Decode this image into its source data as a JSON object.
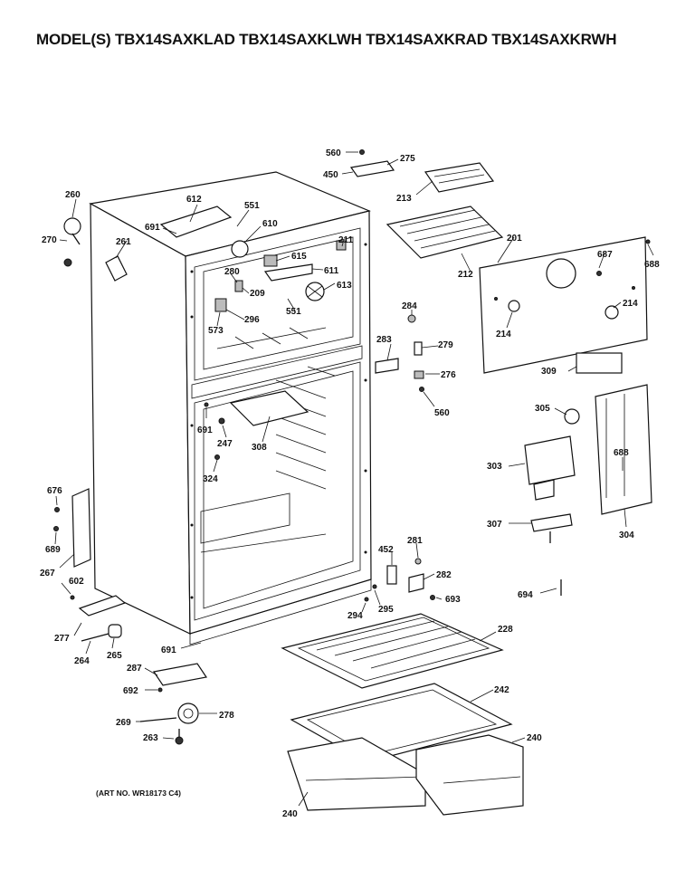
{
  "header": {
    "title": "MODEL(S) TBX14SAXKLAD TBX14SAXKLWH TBX14SAXKRAD TBX14SAXKRWH"
  },
  "footer": {
    "art_number": "(ART NO. WR18173 C4)"
  },
  "callouts": [
    "560",
    "275",
    "450",
    "213",
    "260",
    "612",
    "551",
    "691",
    "610",
    "270",
    "261",
    "615",
    "211",
    "280",
    "611",
    "209",
    "613",
    "551",
    "296",
    "573",
    "212",
    "201",
    "687",
    "688",
    "214",
    "214",
    "284",
    "283",
    "279",
    "276",
    "560",
    "309",
    "305",
    "691",
    "247",
    "308",
    "324",
    "688",
    "303",
    "307",
    "304",
    "676",
    "689",
    "267",
    "602",
    "452",
    "281",
    "282",
    "693",
    "694",
    "295",
    "294",
    "277",
    "264",
    "265",
    "691",
    "228",
    "287",
    "692",
    "278",
    "269",
    "263",
    "242",
    "240",
    "240"
  ]
}
